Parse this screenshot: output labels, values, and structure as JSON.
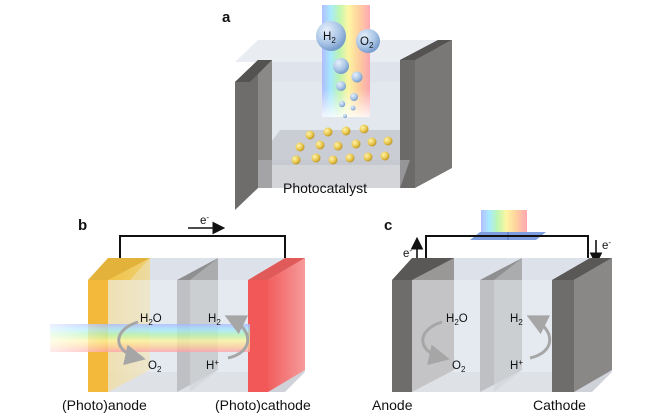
{
  "panels": {
    "a": {
      "letter": "a",
      "caption": "Photocatalyst",
      "bubble_h2": {
        "main": "H",
        "sub": "2"
      },
      "bubble_o2": {
        "main": "O",
        "sub": "2"
      }
    },
    "b": {
      "letter": "b",
      "electron": {
        "main": "e",
        "sup": "-"
      },
      "water": {
        "pre": "H",
        "sub": "2",
        "post": "O"
      },
      "oxygen": {
        "main": "O",
        "sub": "2"
      },
      "hydrogen": {
        "main": "H",
        "sub": "2"
      },
      "proton": {
        "main": "H",
        "sup": "+"
      },
      "label_left": "(Photo)anode",
      "label_right": "(Photo)cathode"
    },
    "c": {
      "letter": "c",
      "electron_left": {
        "main": "e",
        "sup": "-"
      },
      "electron_right": {
        "main": "e",
        "sup": "-"
      },
      "water": {
        "pre": "H",
        "sub": "2",
        "post": "O"
      },
      "oxygen": {
        "main": "O",
        "sub": "2"
      },
      "hydrogen": {
        "main": "H",
        "sub": "2"
      },
      "proton": {
        "main": "H",
        "sup": "+"
      },
      "label_left": "Anode",
      "label_right": "Cathode"
    }
  },
  "colors": {
    "electrode_dark": "#6f6c6c",
    "electrode_light": "#9a9797",
    "tank_glass": "#d7dde6",
    "photoanode": "#f0c23a",
    "photocathode": "#f46c6c",
    "particles": "#e8c74a",
    "bubbles": "#7fa6d4",
    "pv_panel": "#7f9ee0"
  }
}
